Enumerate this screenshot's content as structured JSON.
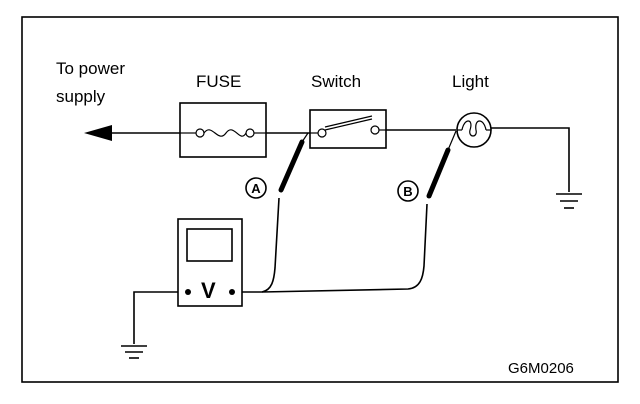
{
  "labels": {
    "power_line1": "To power",
    "power_line2": "supply",
    "fuse": "FUSE",
    "switch": "Switch",
    "light": "Light",
    "probe_a": "A",
    "probe_b": "B",
    "meter": "V",
    "figure_code": "G6M0206"
  },
  "colors": {
    "ink": "#000000",
    "paper": "#ffffff"
  }
}
